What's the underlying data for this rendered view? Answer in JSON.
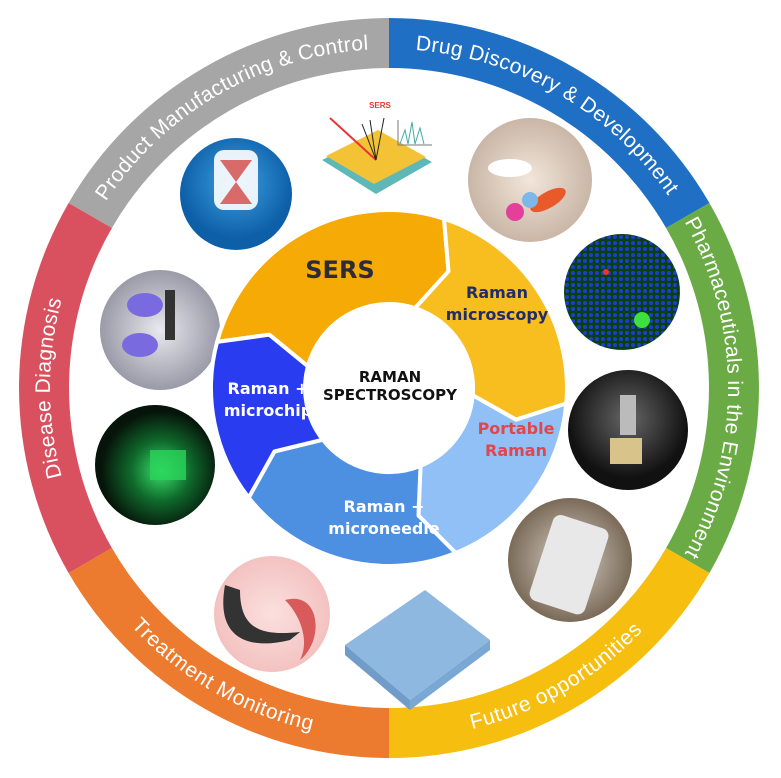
{
  "ring": {
    "segments": [
      {
        "label": "Product Manufacturing  & Control",
        "color": "#a6a6a6"
      },
      {
        "label": "Drug Discovery & Development",
        "color": "#1f6fc5"
      },
      {
        "label": "Pharmaceuticals in the Environment",
        "color": "#6aab45"
      },
      {
        "label": "Future opportunities",
        "color": "#f6be0f"
      },
      {
        "label": "Treatment Monitoring",
        "color": "#ec7b2f"
      },
      {
        "label": "Disease Diagnosis",
        "color": "#d9505e"
      }
    ]
  },
  "center": {
    "line1": "RAMAN",
    "line2": "SPECTROSCOPY"
  },
  "wheel": {
    "segments": [
      {
        "line1": "SERS",
        "line2": "",
        "color": "#f5aa05",
        "text_color": "#2b2b3a"
      },
      {
        "line1": "Raman",
        "line2": "microscopy",
        "color": "#f8be1f",
        "text_color": "#1f2d6b"
      },
      {
        "line1": "Portable",
        "line2": "Raman",
        "color": "#90c0f6",
        "text_color": "#e0474c"
      },
      {
        "line1": "Raman +",
        "line2": "microneedle",
        "color": "#4d8fe0",
        "text_color": "#ffffff"
      },
      {
        "line1": "Raman +",
        "line2": "microchip",
        "color": "#2a3cf0",
        "text_color": "#ffffff"
      }
    ]
  },
  "images": {
    "sers_label": "SERS"
  }
}
